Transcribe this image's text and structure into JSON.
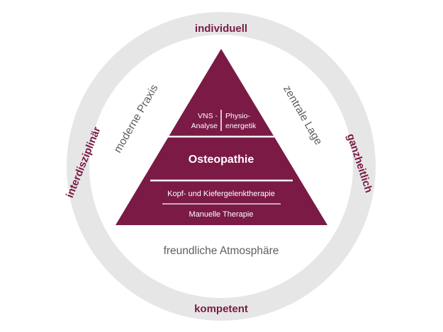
{
  "colors": {
    "ring": "#e6e6e6",
    "accent": "#7a1a45",
    "inner_text": "#5f5f5f",
    "background": "#ffffff",
    "on_accent": "#ffffff"
  },
  "outer_ring": {
    "top": "individuell",
    "right": "ganzheitlich",
    "bottom": "kompetent",
    "left": "interdisziplinär"
  },
  "inner_ring": {
    "left": "moderne Praxis",
    "right": "zentrale Lage",
    "bottom": "freundliche Atmosphäre"
  },
  "pyramid": {
    "top_left_line1": "VNS -",
    "top_left_line2": "Analyse",
    "top_right_line1": "Physio-",
    "top_right_line2": "energetik",
    "middle": "Osteopathie",
    "bottom_line1": "Kopf- und Kiefergelenktherapie",
    "bottom_line2": "Manuelle Therapie"
  }
}
